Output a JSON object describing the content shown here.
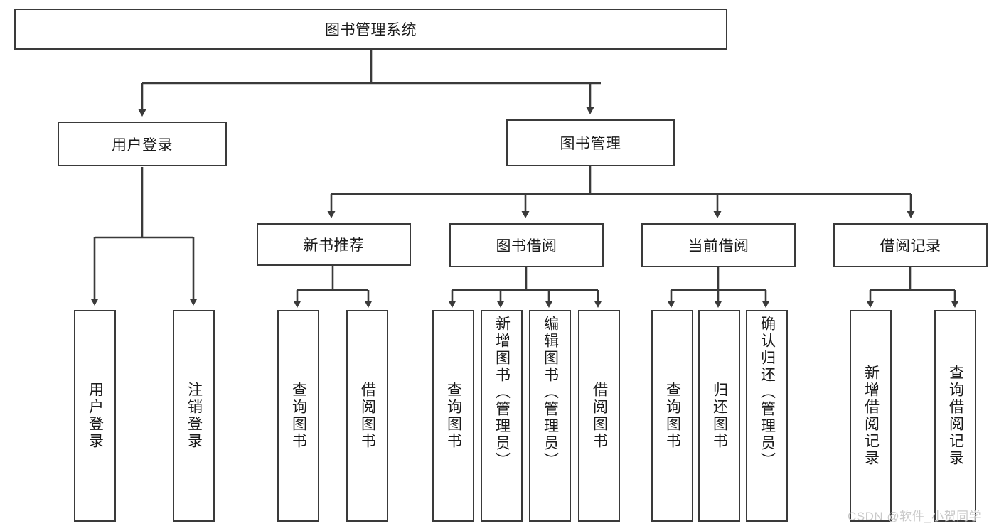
{
  "diagram": {
    "title_node": {
      "label": "图书管理系统"
    },
    "level2": [
      {
        "label": "用户登录"
      },
      {
        "label": "图书管理"
      }
    ],
    "level3": [
      {
        "label": "新书推荐"
      },
      {
        "label": "图书借阅"
      },
      {
        "label": "当前借阅"
      },
      {
        "label": "借阅记录"
      }
    ],
    "leaves": [
      {
        "label": "用户登录"
      },
      {
        "label": "注销登录"
      },
      {
        "label": "查询图书"
      },
      {
        "label": "借阅图书"
      },
      {
        "label": "查询图书"
      },
      {
        "label": "新增图书（管理员）"
      },
      {
        "label": "编辑图书（管理员）"
      },
      {
        "label": "借阅图书"
      },
      {
        "label": "查询图书"
      },
      {
        "label": "归还图书"
      },
      {
        "label": "确认归还（管理员）"
      },
      {
        "label": "新增借阅记录"
      },
      {
        "label": "查询借阅记录"
      }
    ],
    "watermark": "CSDN @软件_小贺同学",
    "colors": {
      "stroke": "#3a3a3a",
      "text": "#1a1a1a",
      "background": "#ffffff",
      "watermark": "#c9c9c9"
    }
  }
}
